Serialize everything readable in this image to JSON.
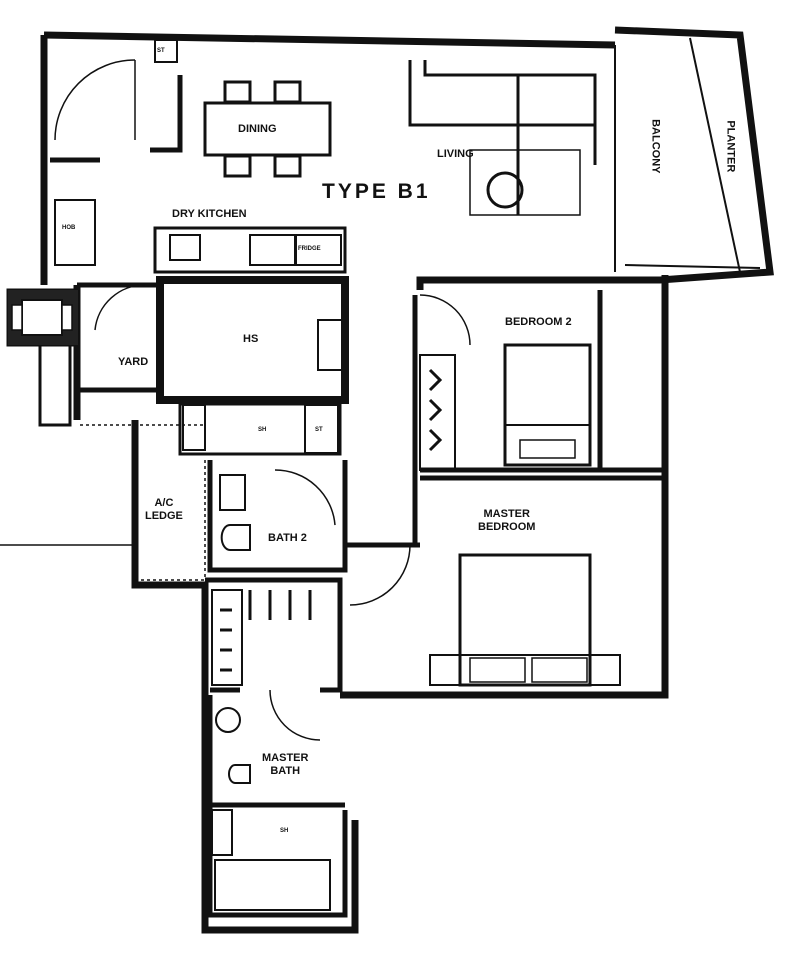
{
  "plan": {
    "title": "TYPE B1",
    "rooms": {
      "dining": "DINING",
      "living": "LIVING",
      "balcony": "BALCONY",
      "planter": "PLANTER",
      "dry_kitchen": "DRY KITCHEN",
      "hs": "HS",
      "yard": "YARD",
      "bedroom2": "BEDROOM 2",
      "master_bedroom_line1": "MASTER",
      "master_bedroom_line2": "BEDROOM",
      "bath2": "BATH 2",
      "ac_ledge_line1": "A/C",
      "ac_ledge_line2": "LEDGE",
      "master_bath_line1": "MASTER",
      "master_bath_line2": "BATH"
    },
    "fixtures": {
      "st_top": "ST",
      "hob": "HOB",
      "fridge": "FRIDGE",
      "sh_bath2": "SH",
      "st_bath2": "ST",
      "sh_master": "SH"
    }
  }
}
